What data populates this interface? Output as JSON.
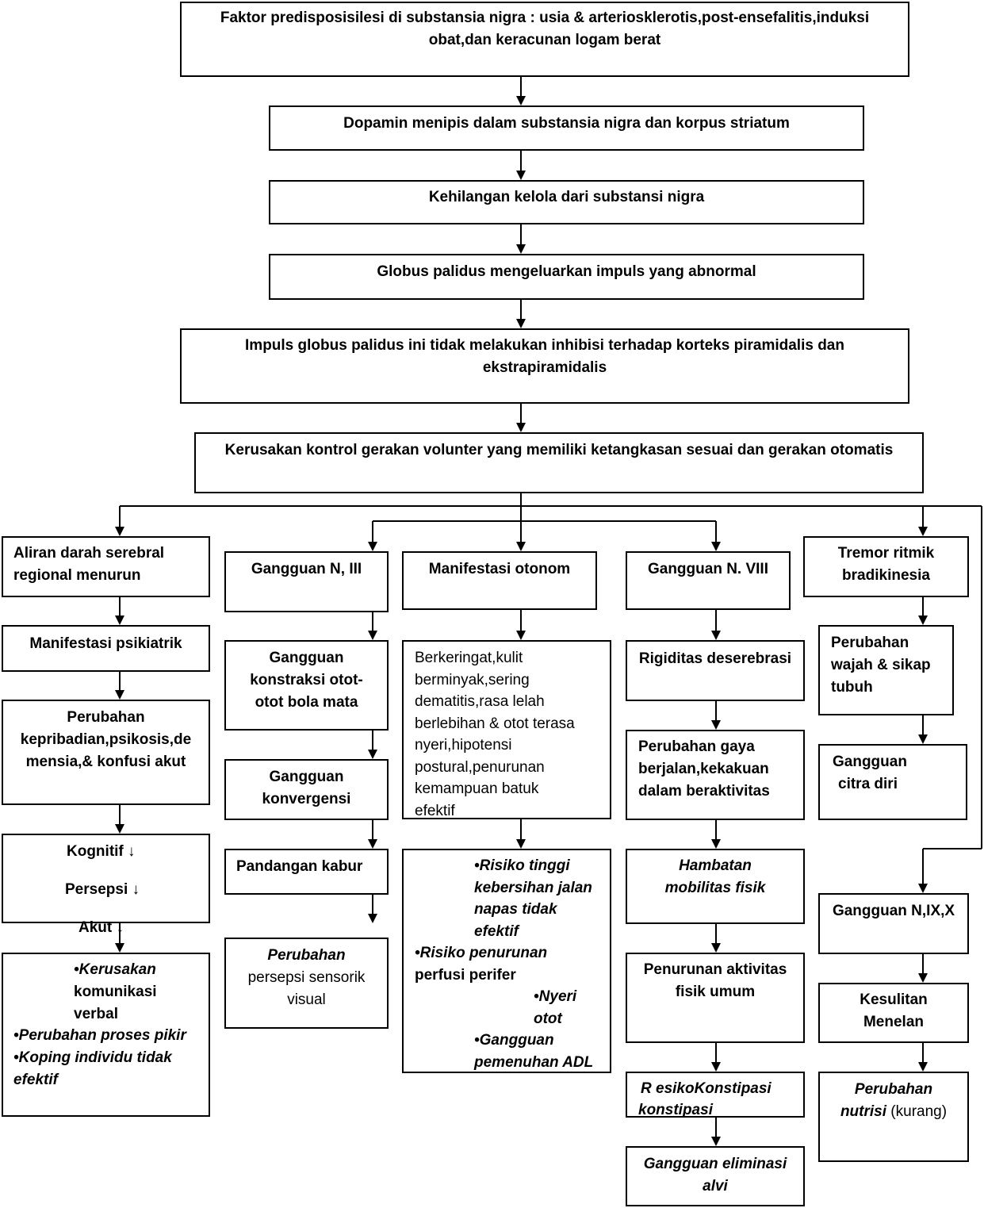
{
  "chain": [
    [
      "Faktor predisposisilesi di substansia nigra : usia & arteriosklerotis,post-ensefalitis,induksi",
      "obat,dan keracunan logam berat"
    ],
    [
      "Dopamin menipis dalam substansia nigra dan korpus striatum"
    ],
    [
      "Kehilangan kelola dari substansi nigra"
    ],
    [
      "Globus palidus mengeluarkan impuls yang abnormal"
    ],
    [
      "Impuls globus palidus ini tidak melakukan inhibisi terhadap korteks piramidalis dan",
      "ekstrapiramidalis"
    ],
    [
      "Kerusakan kontrol gerakan volunter yang memiliki ketangkasan sesuai dan gerakan otomatis"
    ]
  ],
  "col1": {
    "aliran": [
      "Aliran darah serebral",
      "regional menurun"
    ],
    "psikiatrik": "Manifestasi psikiatrik",
    "kepribadian": [
      "Perubahan",
      "kepribadian,psikosis,de",
      "mensia,& konfusi akut"
    ],
    "kognitif": "Kognitif ↓",
    "persepsi": "Persepsi ↓",
    "akut": "Akut ↓",
    "dx": [
      "•Kerusakan",
      "komunikasi",
      "verbal",
      "•Perubahan proses pikir",
      "•Koping individu tidak",
      "efektif"
    ]
  },
  "col2": {
    "n3": "Gangguan N, III",
    "konstraksi": [
      "Gangguan",
      "konstraksi otot-",
      "otot bola mata"
    ],
    "konvergensi": [
      "Gangguan",
      "konvergensi"
    ],
    "kabur": "Pandangan kabur",
    "persepsi": [
      "Perubahan",
      "persepsi sensorik",
      "visual"
    ]
  },
  "col3": {
    "otonom": "Manifestasi otonom",
    "gejala": [
      "Berkeringat,kulit",
      "berminyak,sering",
      "dematitis,rasa lelah",
      "berlebihan & otot terasa",
      "nyeri,hipotensi",
      "postural,penurunan",
      "kemampuan batuk",
      "efektif"
    ],
    "dx": [
      "•Risiko tinggi",
      "kebersihan jalan",
      "napas tidak",
      "efektif",
      "•Risiko penurunan",
      "perfusi perifer",
      "•Nyeri",
      "otot",
      "•Gangguan",
      "pemenuhan ADL"
    ]
  },
  "col4": {
    "n8": "Gangguan N. VIII",
    "rigiditas": "Rigiditas deserebrasi",
    "gaya": [
      "Perubahan gaya",
      "berjalan,kekakuan",
      "dalam beraktivitas"
    ],
    "hambatan": [
      "Hambatan",
      "mobilitas fisik"
    ],
    "aktivitas": [
      "Penurunan aktivitas",
      "fisik umum"
    ],
    "konstipasi": [
      "R esikoKonstipasi",
      "konstipasi"
    ],
    "eliminasi": [
      "Gangguan eliminasi",
      "alvi"
    ]
  },
  "col5": {
    "tremor": [
      "Tremor ritmik",
      "bradikinesia"
    ],
    "wajah": [
      "Perubahan",
      "wajah & sikap",
      "tubuh"
    ],
    "citra": [
      "Gangguan",
      "citra diri"
    ],
    "n9": "Gangguan N,IX,X",
    "menelan": [
      "Kesulitan",
      "Menelan"
    ],
    "nutrisi_bold": "Perubahan",
    "nutrisi_italic": "nutrisi",
    "nutrisi_plain": "(kurang)"
  },
  "colors": {
    "line": "#000000",
    "box_fill": "#ffffff"
  }
}
